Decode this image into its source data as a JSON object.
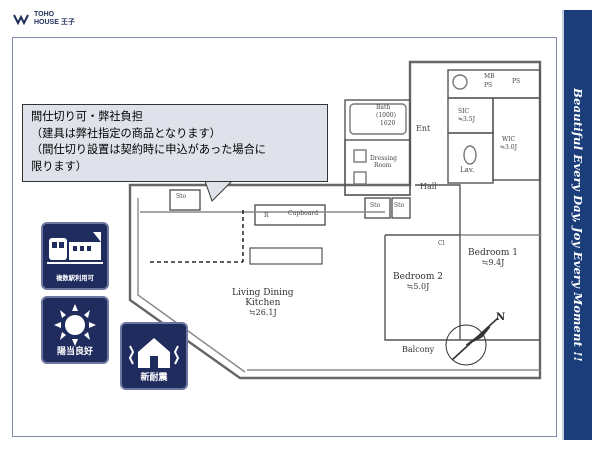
{
  "brand": {
    "line1": "TOHO",
    "line2": "HOUSE 王子"
  },
  "callout": [
    "間仕切り可・弊社負担",
    "（建具は弊社指定の商品となります）",
    "（間仕切り設置は契約時に申込があった場合に",
    "限ります）"
  ],
  "badges": [
    {
      "label": "複数駅利用可",
      "icon": "train-icon"
    },
    {
      "label": "陽当良好",
      "icon": "sun-icon"
    },
    {
      "label": "新耐震",
      "icon": "house-icon"
    }
  ],
  "side_text": "Beautiful   Every Day, Joy Every Moment !!",
  "rooms": {
    "ldk_name1": "Living Dining",
    "ldk_name2": "Kitchen",
    "ldk_size": "≒26.1J",
    "bed1_name": "Bedroom 1",
    "bed1_size": "≒9.4J",
    "bed2_name": "Bedroom 2",
    "bed2_size": "≒5.0J",
    "balcony": "Balcony",
    "bath": "Bath",
    "bath_size": "(1000)",
    "bath_size2": "1620",
    "ent": "Ent",
    "hall": "Hall",
    "lav": "Lav.",
    "wic": "WIC",
    "wic_size": "≒3.0J",
    "sic": "SIC",
    "sic_size": "≒3.5J",
    "mb": "MB",
    "ps": "PS",
    "ps2": "PS",
    "dressing": "Dressing",
    "dressing2": "Room",
    "sto1": "Sto",
    "sto2": "Sto",
    "sto3": "Sto",
    "cl": "Cl",
    "cupboard": "Cupboard",
    "r": "R",
    "north": "N"
  }
}
